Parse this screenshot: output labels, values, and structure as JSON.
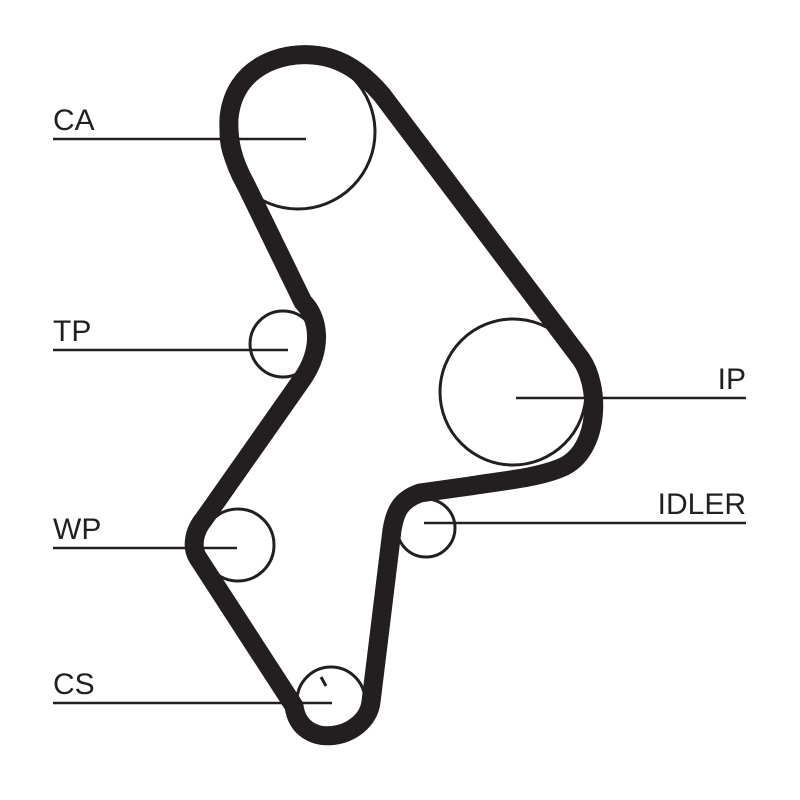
{
  "labels": {
    "ca": "CA",
    "tp": "TP",
    "wp": "WP",
    "cs": "CS",
    "ip": "IP",
    "idler": "IDLER"
  },
  "colors": {
    "ink": "#231f20",
    "background": "#ffffff"
  }
}
